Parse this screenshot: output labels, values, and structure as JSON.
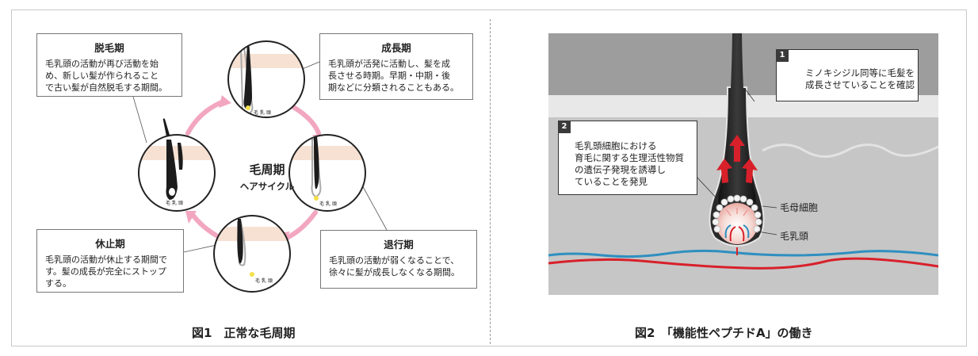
{
  "figure1": {
    "center_title": "毛周期",
    "center_sub": "ヘアサイクル",
    "papilla_label": "毛 乳 頭",
    "callouts": {
      "telogen_shed": {
        "title": "脱毛期",
        "lines": [
          "毛乳頭の活動が再び活動を始",
          "め、新しい髪が作られること",
          "で古い髪が自然脱毛する期間。"
        ]
      },
      "anagen": {
        "title": "成長期",
        "lines": [
          "毛乳頭が活発に活動し、髪を成",
          "長させる時期。早期・中期・後",
          "期などに分類されることもある。"
        ]
      },
      "catagen": {
        "title": "退行期",
        "lines": [
          "毛乳頭の活動が弱くなることで、",
          "徐々に髪が成長しなくなる期間。"
        ]
      },
      "telogen": {
        "title": "休止期",
        "lines": [
          "毛乳頭の活動が休止する期間で",
          "す。髪の成長が完全にストップ",
          "する。"
        ]
      }
    },
    "caption": "図1　正常な毛周期"
  },
  "figure2": {
    "point1": {
      "num": "1",
      "lines": [
        "ミノキシジル同等に毛髪を",
        "成長させていることを確認"
      ]
    },
    "point2": {
      "num": "2",
      "lines": [
        "毛乳頭細胞における",
        "育毛に関する生理活性物質",
        "の遺伝子発現を誘導し",
        "ていることを発見"
      ]
    },
    "label_matrix": "毛母細胞",
    "label_papilla": "毛乳頭",
    "caption": "図2　「機能性ペプチドA」の働き"
  },
  "colors": {
    "arrow_pink": "#f2a6bf",
    "skin": "#f6e1d3",
    "hair": "#1c1c1c",
    "red": "#d8202a",
    "blue": "#2f8fc0"
  }
}
